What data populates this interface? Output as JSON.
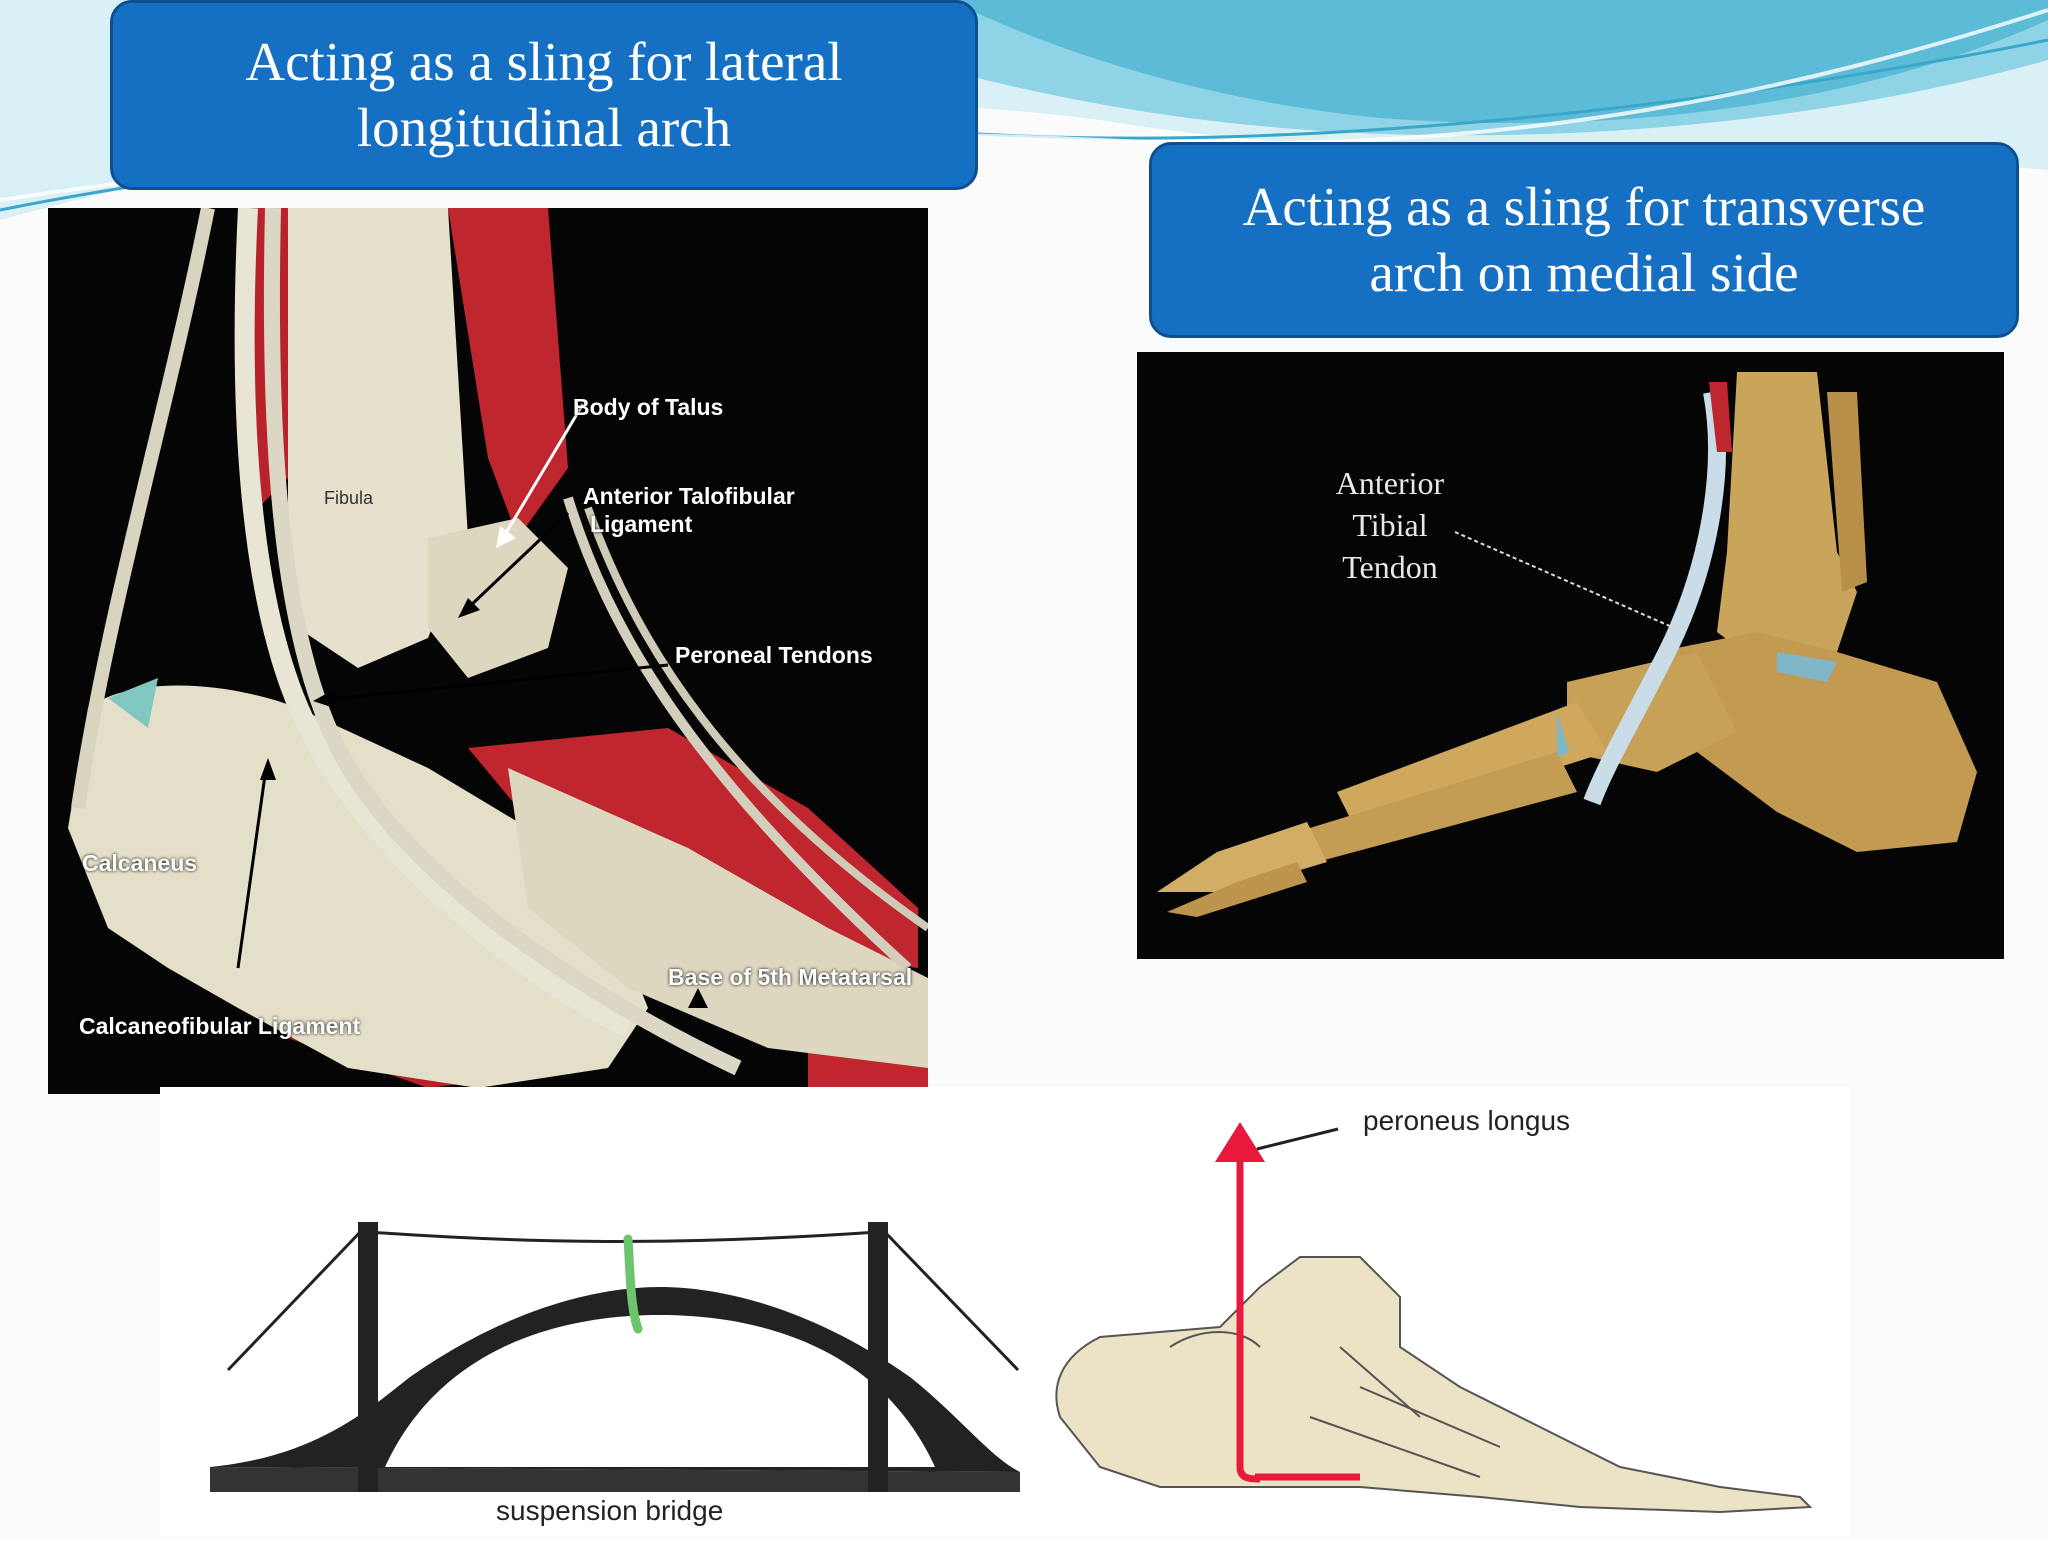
{
  "slide": {
    "callout_left": {
      "line1": "Acting as a sling for lateral",
      "line2": "longitudinal arch"
    },
    "callout_right": {
      "line1": "Acting as a sling for transverse",
      "line2": "arch on medial side"
    }
  },
  "lateral_image": {
    "labels": {
      "body_of_talus": "Body of Talus",
      "fibula": "Fibula",
      "anterior_talofibular_1": "Anterior Talofibular",
      "anterior_talofibular_2": "Ligament",
      "peroneal_tendons": "Peroneal Tendons",
      "calcaneus": "Calcaneus",
      "base_5th_metatarsal": "Base of 5th Metatarsal",
      "calcaneofibular_ligament": "Calcaneofibular Ligament"
    }
  },
  "medial_image": {
    "labels": {
      "line1": "Anterior",
      "line2": "Tibial",
      "line3": "Tendon"
    }
  },
  "bottom_diagram": {
    "bridge_label": "suspension bridge",
    "muscle_label": "peroneus longus"
  },
  "colors": {
    "callout_fill": "#1570c4",
    "muscle_red": "#c0262d",
    "bone": "#e4dfc8",
    "arrow_red": "#e8193c",
    "sling_green": "#6cc46c"
  }
}
